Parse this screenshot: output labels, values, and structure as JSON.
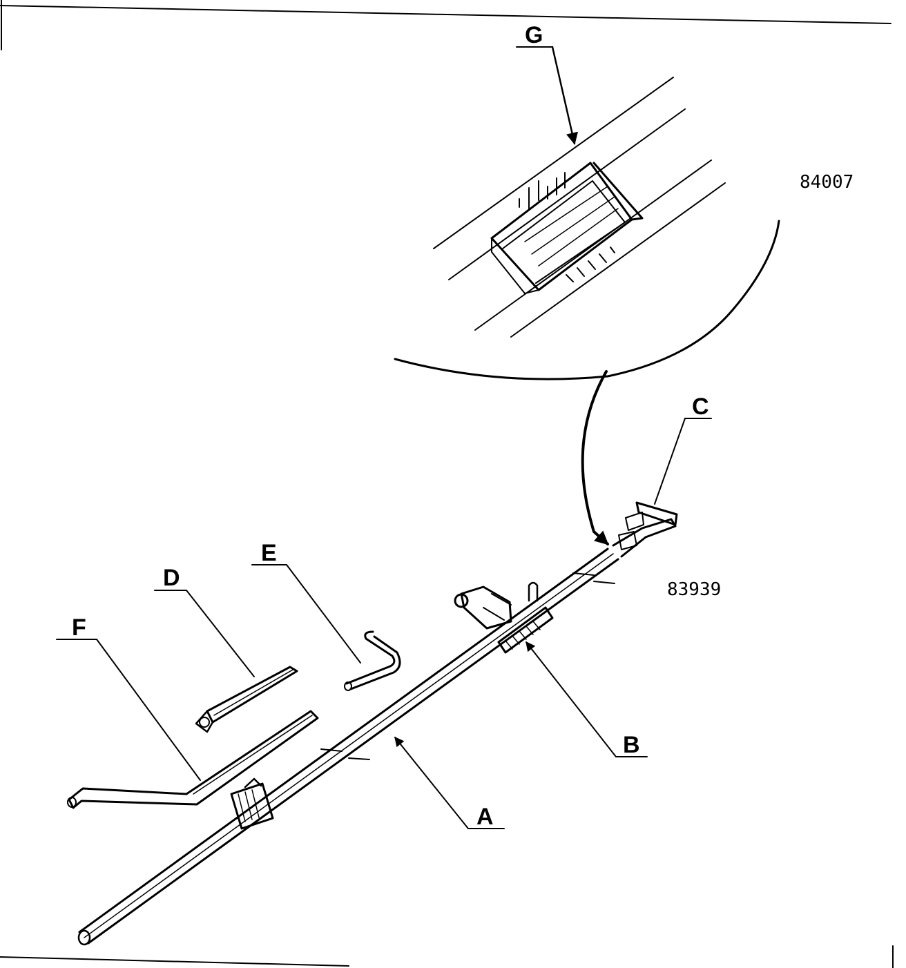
{
  "figure": {
    "type": "technical-exploded-illustration",
    "reference_numbers": {
      "detail": "84007",
      "main": "83939"
    },
    "labels": {
      "A": "A",
      "B": "B",
      "C": "C",
      "D": "D",
      "E": "E",
      "F": "F",
      "G": "G"
    }
  }
}
